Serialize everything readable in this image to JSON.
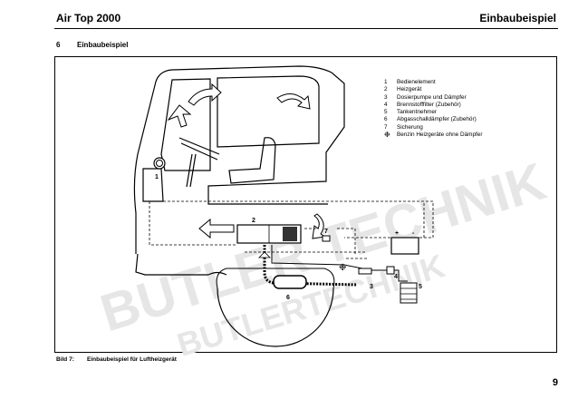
{
  "header": {
    "title": "Air Top 2000",
    "section_title": "Einbaubeispiel"
  },
  "section": {
    "number": "6",
    "title": "Einbaubeispiel"
  },
  "legend": {
    "items": [
      {
        "num": "1",
        "text": "Bedienelement"
      },
      {
        "num": "2",
        "text": "Heizgerät"
      },
      {
        "num": "3",
        "text": "Dosierpumpe und Dämpfer"
      },
      {
        "num": "4",
        "text": "Brennstofffilter (Zubehör)"
      },
      {
        "num": "5",
        "text": "Tankentnehmer"
      },
      {
        "num": "6",
        "text": "Abgasschalldämpfer (Zubehör)"
      },
      {
        "num": "7",
        "text": "Sicherung"
      }
    ],
    "note_symbol": "❉",
    "note_text": "Benzin Heizgeräte ohne Dämpfer"
  },
  "callouts": {
    "c1": "1",
    "c2": "2",
    "c3": "3",
    "c4": "4",
    "c5": "5",
    "c6": "6",
    "c7": "7",
    "battery_plus": "+",
    "battery_minus": "-"
  },
  "watermark": {
    "line1": "BUTLER TECHNIK",
    "line2": "BUTLERTECHNIK"
  },
  "caption": {
    "label": "Bild 7:",
    "text": "Einbaubeispiel für Luftheizgerät"
  },
  "page_number": "9"
}
